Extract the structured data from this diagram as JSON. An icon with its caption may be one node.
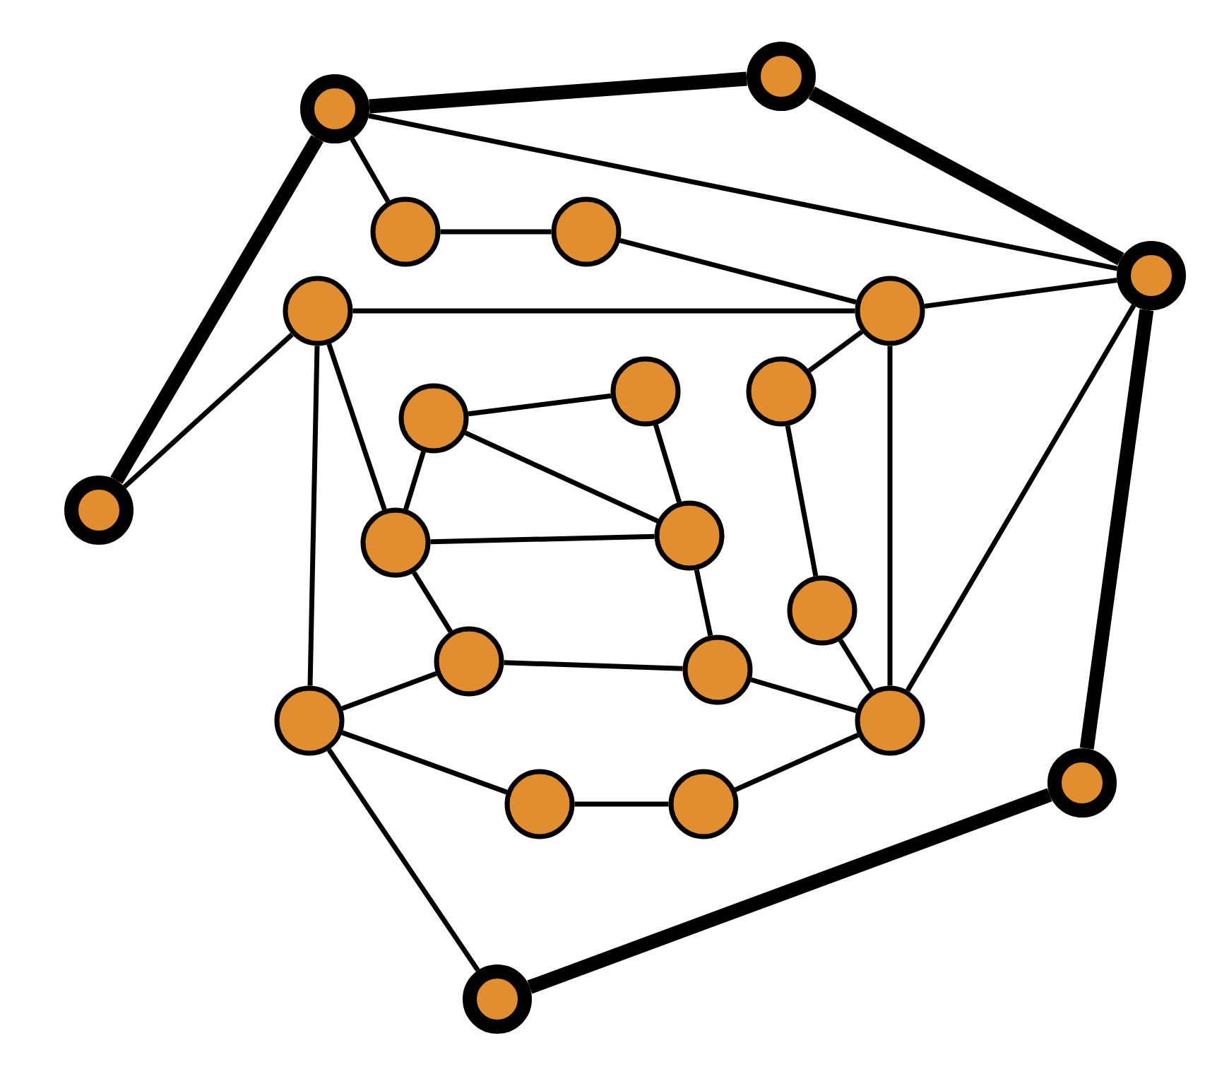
{
  "diagram": {
    "nodes": [
      {
        "text": [],
        "shape": "circle"
      },
      {
        "text": [],
        "shape": "circle"
      },
      {
        "text": [],
        "shape": "circle"
      },
      {
        "text": [],
        "shape": "circle"
      },
      {
        "text": [],
        "shape": "circle"
      },
      {
        "text": [],
        "shape": "circle"
      },
      {
        "text": [],
        "shape": "circle"
      },
      {
        "text": [],
        "shape": "circle"
      },
      {
        "text": [],
        "shape": "circle"
      },
      {
        "text": [],
        "shape": "circle"
      },
      {
        "text": [],
        "shape": "circle"
      },
      {
        "text": [],
        "shape": "circle"
      },
      {
        "text": [],
        "shape": "circle"
      },
      {
        "text": [],
        "shape": "circle"
      },
      {
        "text": [],
        "shape": "circle"
      },
      {
        "text": [],
        "shape": "circle"
      },
      {
        "text": [],
        "shape": "circle"
      },
      {
        "text": [],
        "shape": "circle"
      },
      {
        "text": [],
        "shape": "circle"
      },
      {
        "text": [],
        "shape": "circle"
      },
      {
        "text": [],
        "shape": "circle"
      },
      {
        "text": [],
        "shape": "circle"
      }
    ],
    "edges": [
      {
        "from": 1,
        "to": 0,
        "arrow": "none",
        "style": "thick"
      },
      {
        "from": 0,
        "to": 4,
        "arrow": "none",
        "style": "thick"
      },
      {
        "from": 4,
        "to": 18,
        "arrow": "none",
        "style": "thick"
      },
      {
        "from": 18,
        "to": 21,
        "arrow": "none",
        "style": "thick"
      },
      {
        "from": 1,
        "to": 10,
        "arrow": "none",
        "style": "thick"
      },
      {
        "from": 1,
        "to": 4,
        "arrow": "none"
      },
      {
        "from": 1,
        "to": 2,
        "arrow": "none"
      },
      {
        "from": 2,
        "to": 3,
        "arrow": "none"
      },
      {
        "from": 3,
        "to": 6,
        "arrow": "none"
      },
      {
        "from": 6,
        "to": 4,
        "arrow": "none"
      },
      {
        "from": 5,
        "to": 6,
        "arrow": "none"
      },
      {
        "from": 5,
        "to": 10,
        "arrow": "none"
      },
      {
        "from": 5,
        "to": 12,
        "arrow": "none"
      },
      {
        "from": 5,
        "to": 16,
        "arrow": "none"
      },
      {
        "from": 6,
        "to": 8,
        "arrow": "none"
      },
      {
        "from": 6,
        "to": 17,
        "arrow": "none"
      },
      {
        "from": 4,
        "to": 17,
        "arrow": "none"
      },
      {
        "from": 9,
        "to": 7,
        "arrow": "none"
      },
      {
        "from": 9,
        "to": 11,
        "arrow": "none"
      },
      {
        "from": 9,
        "to": 12,
        "arrow": "none"
      },
      {
        "from": 7,
        "to": 11,
        "arrow": "none"
      },
      {
        "from": 12,
        "to": 11,
        "arrow": "none"
      },
      {
        "from": 12,
        "to": 14,
        "arrow": "none"
      },
      {
        "from": 11,
        "to": 15,
        "arrow": "none"
      },
      {
        "from": 14,
        "to": 15,
        "arrow": "none"
      },
      {
        "from": 14,
        "to": 16,
        "arrow": "none"
      },
      {
        "from": 15,
        "to": 17,
        "arrow": "none"
      },
      {
        "from": 8,
        "to": 13,
        "arrow": "none"
      },
      {
        "from": 13,
        "to": 17,
        "arrow": "none"
      },
      {
        "from": 16,
        "to": 19,
        "arrow": "none"
      },
      {
        "from": 19,
        "to": 20,
        "arrow": "none"
      },
      {
        "from": 20,
        "to": 17,
        "arrow": "none"
      },
      {
        "from": 16,
        "to": 21,
        "arrow": "none"
      }
    ]
  }
}
